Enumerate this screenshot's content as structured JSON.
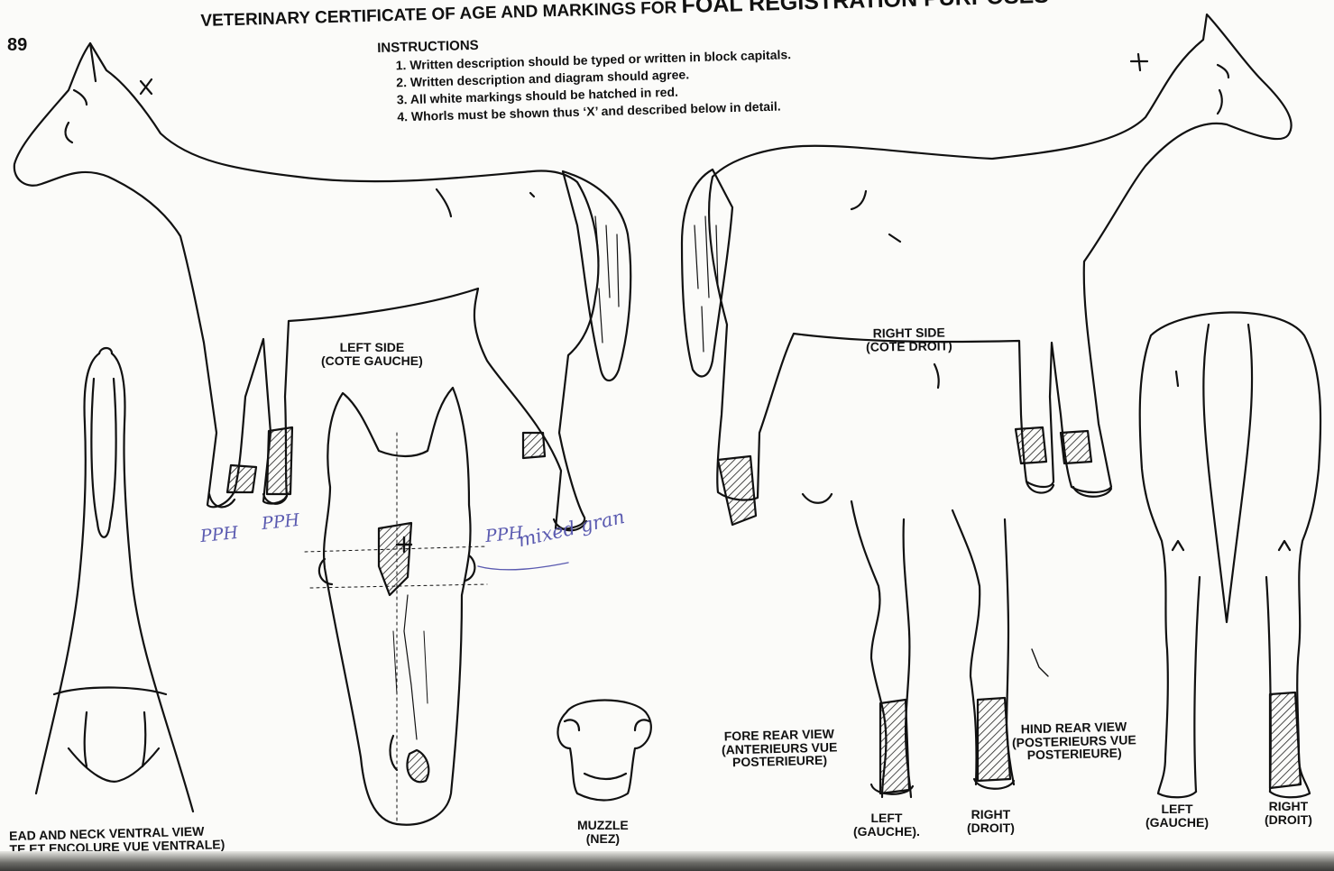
{
  "page_number": "89",
  "title": {
    "part1": "VETERINARY CERTIFICATE OF AGE AND MARKINGS FOR ",
    "part2": "FOAL REGISTRATION PURPOSES"
  },
  "instructions": {
    "heading": "INSTRUCTIONS",
    "items": [
      "1. Written description should be typed or written in block capitals.",
      "2. Written description and diagram should agree.",
      "3. All white markings should be hatched in red.",
      "4. Whorls must be shown thus ‘X’ and described below in detail."
    ]
  },
  "labels": {
    "left_side": [
      "LEFT SIDE",
      "(COTE GAUCHE)"
    ],
    "right_side": [
      "RIGHT SIDE",
      "(COTE DROIT)"
    ],
    "ventral": [
      "EAD AND NECK VENTRAL VIEW",
      "TE ET ENCOLURE VUE VENTRALE)"
    ],
    "muzzle": [
      "MUZZLE",
      "(NEZ)"
    ],
    "fore_rear": [
      "FORE REAR VIEW",
      "(ANTERIEURS VUE",
      "POSTERIEURE)"
    ],
    "hind_rear": [
      "HIND REAR VIEW",
      "(POSTERIEURS VUE",
      "POSTERIEURE)"
    ],
    "fore_left": [
      "LEFT",
      "(GAUCHE)."
    ],
    "fore_right": [
      "RIGHT",
      "(DROIT)"
    ],
    "hind_left": [
      "LEFT",
      "(GAUCHE)"
    ],
    "hind_right": [
      "RIGHT",
      "(DROIT)"
    ]
  },
  "handwritten": {
    "pph_1": "PPH",
    "pph_2": "PPH",
    "pph_3": "PPH",
    "note": "mixed gran"
  },
  "colors": {
    "ink": "#111111",
    "pen": "#5a5ab0",
    "paper": "#fbfbf9"
  }
}
